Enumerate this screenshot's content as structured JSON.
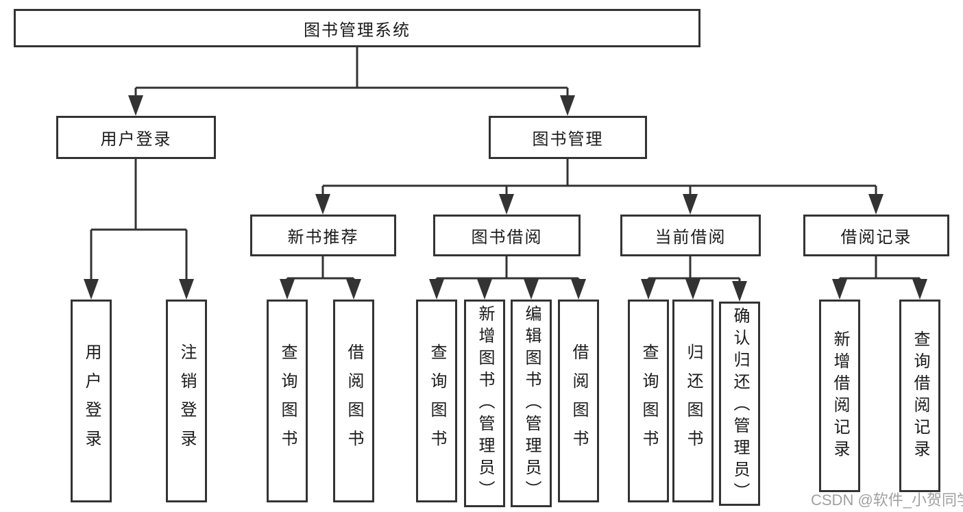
{
  "root": {
    "label": "图书管理系统"
  },
  "branches": [
    {
      "label": "用户登录",
      "children": [
        {
          "label": "用户登录"
        },
        {
          "label": "注销登录"
        }
      ]
    },
    {
      "label": "图书管理",
      "children": [
        {
          "label": "新书推荐",
          "children": [
            {
              "label": "查询图书"
            },
            {
              "label": "借阅图书"
            }
          ]
        },
        {
          "label": "图书借阅",
          "children": [
            {
              "label": "查询图书"
            },
            {
              "label": "新增图书（管理员）"
            },
            {
              "label": "编辑图书（管理员）"
            },
            {
              "label": "借阅图书"
            }
          ]
        },
        {
          "label": "当前借阅",
          "children": [
            {
              "label": "查询图书"
            },
            {
              "label": "归还图书"
            },
            {
              "label": "确认归还（管理员）"
            }
          ]
        },
        {
          "label": "借阅记录",
          "children": [
            {
              "label": "新增借阅记录"
            },
            {
              "label": "查询借阅记录"
            }
          ]
        }
      ]
    }
  ],
  "watermark": "CSDN @软件_小贺同学",
  "colors": {
    "line": "#333333",
    "box_border": "#333333",
    "box_fill": "#ffffff",
    "text": "#1a1a1a",
    "watermark": "#989898",
    "background": "#ffffff"
  }
}
